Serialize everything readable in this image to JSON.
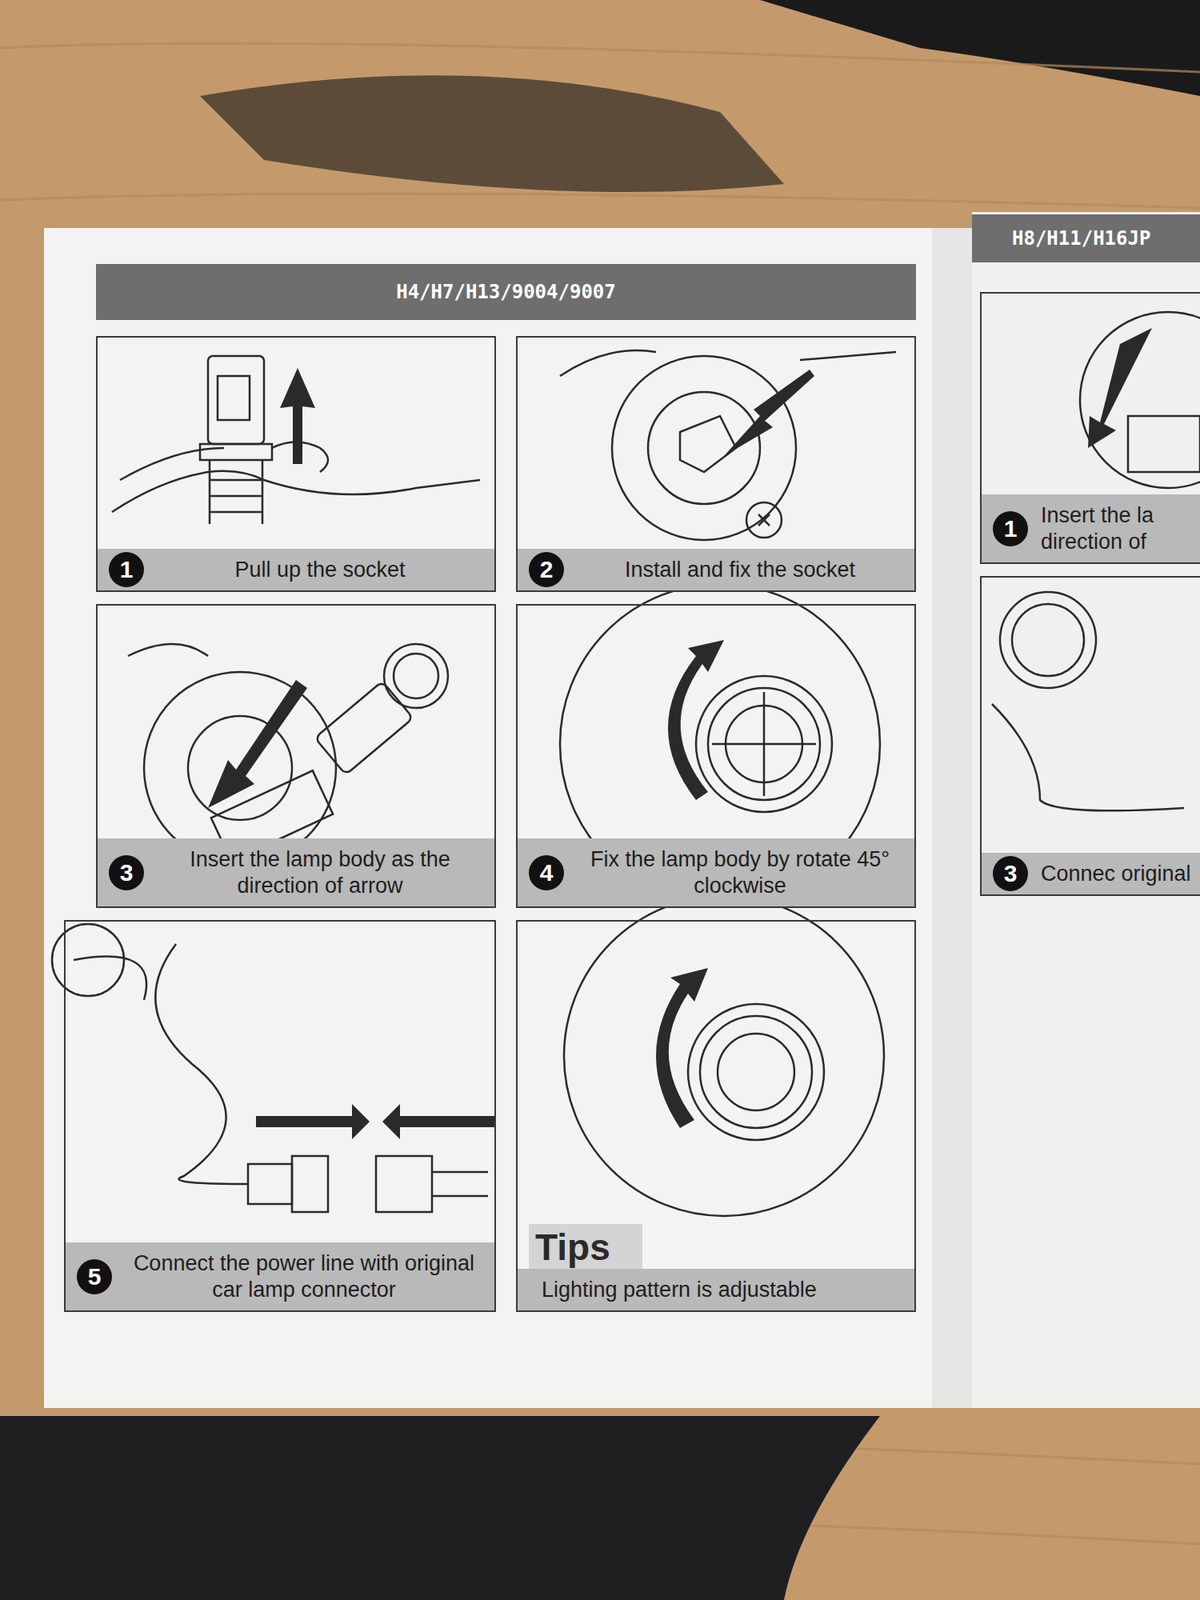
{
  "diagram": {
    "title": "H4/H7/H13/9004/9007",
    "nodes": [
      {
        "text": [
          "Pull up the socket"
        ]
      },
      {
        "text": [
          "1"
        ],
        "in": 0
      },
      {
        "text": [
          "Install and fix the socket"
        ]
      },
      {
        "text": [
          "2"
        ],
        "in": 2
      },
      {
        "text": [
          "Insert the lamp body as the direction of arrow"
        ]
      },
      {
        "text": [
          "3"
        ],
        "in": 4
      },
      {
        "text": [
          "Fix the lamp body by rotate 45° clockwise"
        ]
      },
      {
        "text": [
          "4"
        ],
        "in": 6
      },
      {
        "text": [
          "Connect the power line with original car lamp connector"
        ]
      },
      {
        "text": [
          "5"
        ],
        "in": 8
      },
      {
        "text": [
          "Tips",
          "Lighting pattern is adjustable"
        ]
      },
      {
        "text": [
          "Insert the la direction of"
        ]
      },
      {
        "text": [
          "1"
        ],
        "in": 11
      },
      {
        "text": [
          "Connec original"
        ]
      },
      {
        "text": [
          "3"
        ],
        "in": 13
      }
    ],
    "labels": [
      "H8/H11/H16JP"
    ]
  }
}
